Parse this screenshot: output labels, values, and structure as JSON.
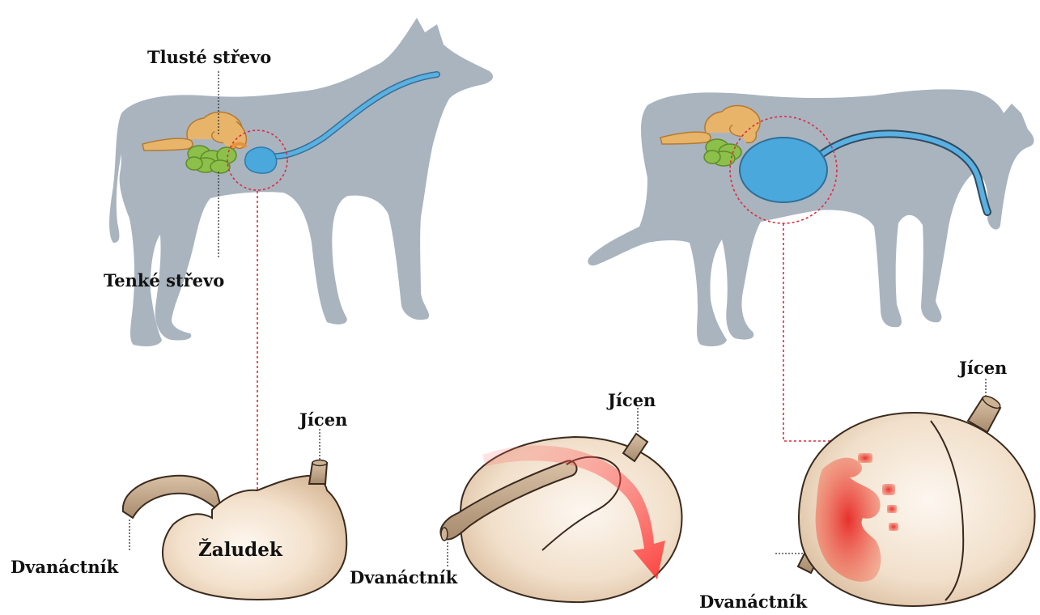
{
  "labels": {
    "large_intestine": "Tlusté střevo",
    "small_intestine": "Tenké střevo",
    "stomach": "Žaludek",
    "esophagus_1": "Jícen",
    "esophagus_2": "Jícen",
    "esophagus_3": "Jícen",
    "duodenum_1": "Dvanáctník",
    "duodenum_2": "Dvanáctník",
    "duodenum_3": "Dvanáctník"
  },
  "colors": {
    "dog_silhouette": "#a9b4bf",
    "large_intestine": "#e8b46a",
    "small_intestine": "#8cc04a",
    "stomach_normal": "#4aa8dc",
    "stomach_dilated": "#4aa8dc",
    "esophagus": "#4a9ecf",
    "stomach_tissue": "#f0dcc4",
    "stomach_outline": "#3a2a1e",
    "leader_dotted": "#e0283c",
    "torsion_arrow": "#ff3a3a",
    "necrosis": "#e8403a"
  },
  "icons": {
    "dog_normal": "dog-silhouette-icon",
    "dog_bloated": "dog-silhouette-icon"
  }
}
